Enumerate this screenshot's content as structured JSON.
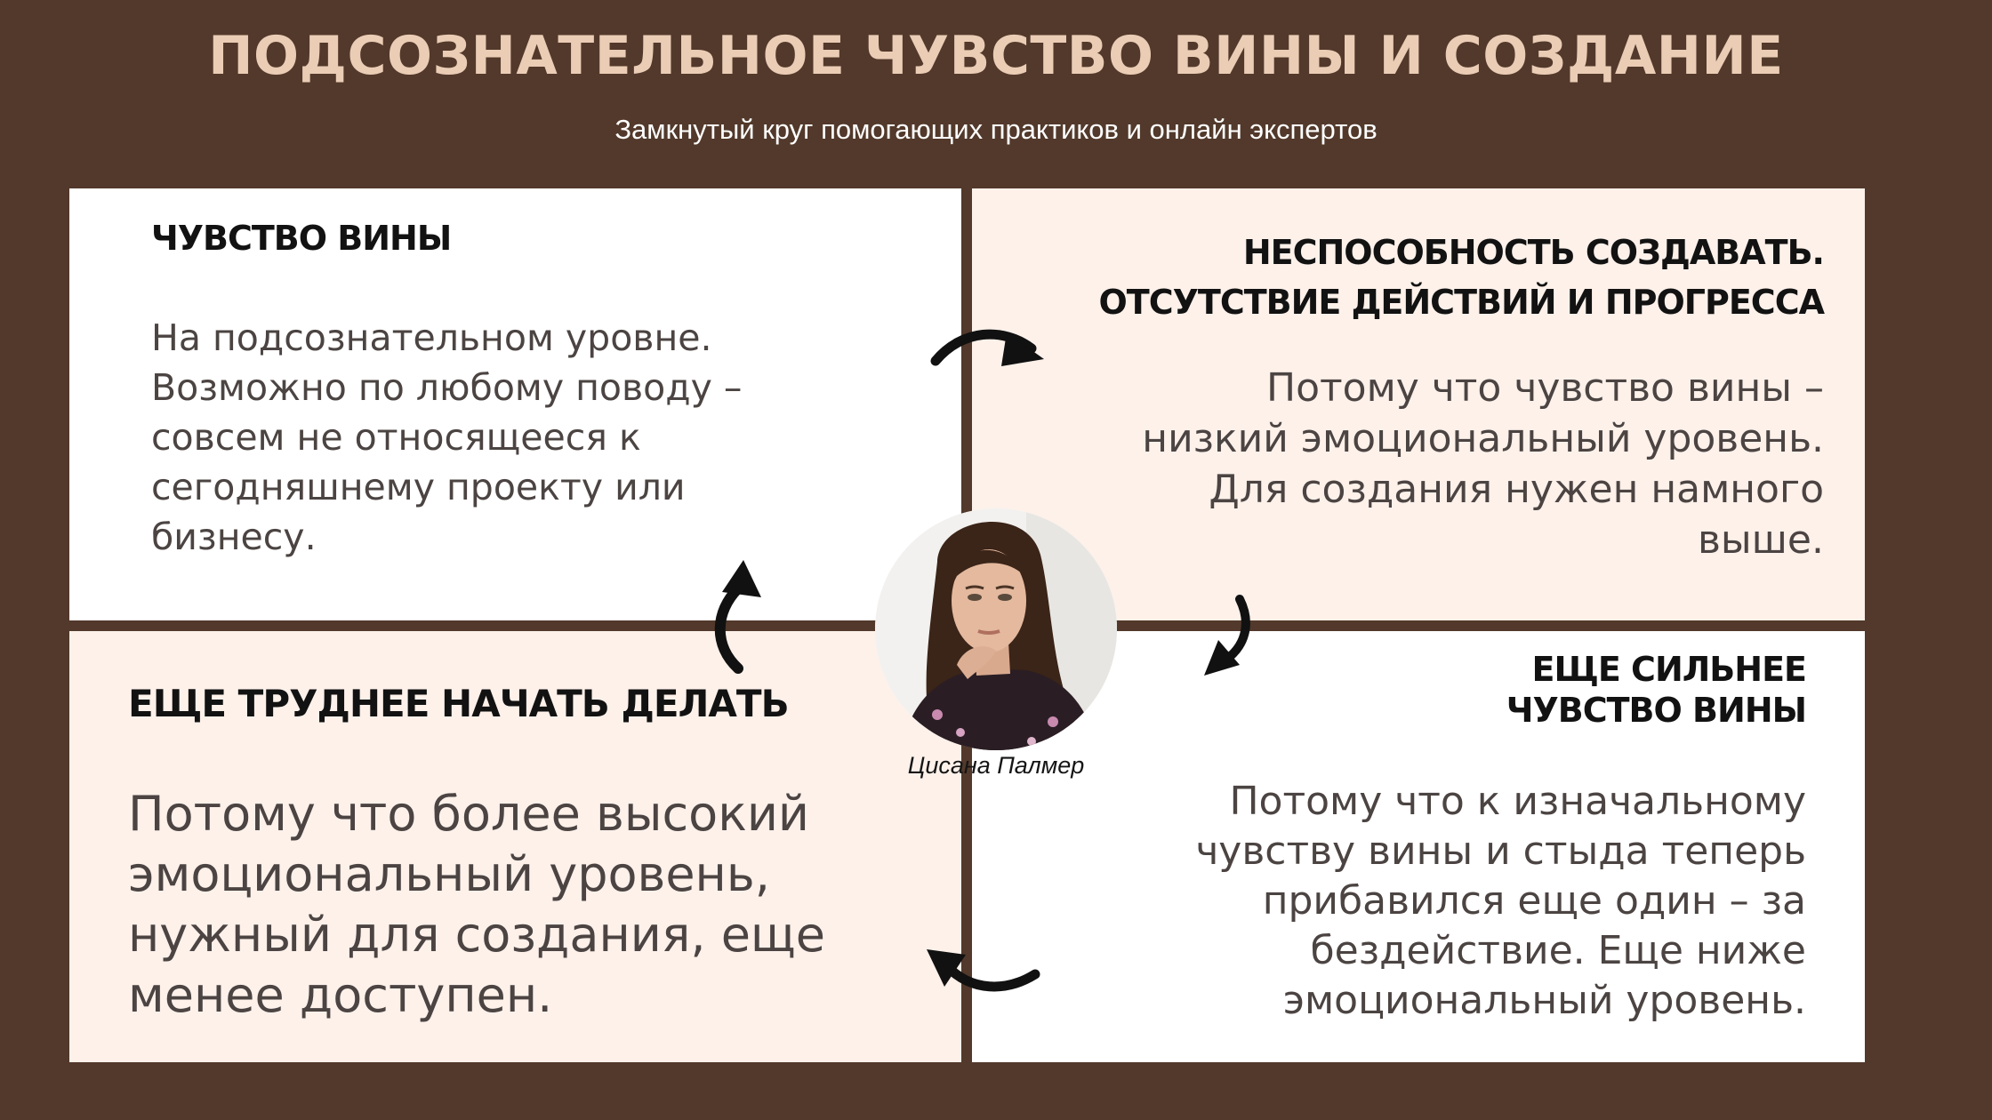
{
  "header": {
    "title": "ПОДСОЗНАТЕЛЬНОЕ ЧУВСТВО ВИНЫ И СОЗДАНИЕ",
    "subtitle": "Замкнутый круг помогающих практиков и онлайн экспертов"
  },
  "cycle": {
    "top_left": {
      "heading": "ЧУВСТВО ВИНЫ",
      "body": "На подсознательном уровне.\nВозможно по любому поводу –\nсовсем не относящееся к\nсегодняшнему проекту или\nбизнесу."
    },
    "top_right": {
      "heading": "НЕСПОСОБНОСТЬ СОЗДАВАТЬ.\nОТСУТСТВИЕ ДЕЙСТВИЙ И ПРОГРЕССА",
      "body": "Потому что чувство вины –\nнизкий эмоциональный уровень.\nДля создания нужен намного\nвыше."
    },
    "bottom_right": {
      "heading": "ЕЩЕ СИЛЬНЕЕ\nЧУВСТВО ВИНЫ",
      "body": "Потому что к изначальному\nчувству вины и стыда теперь\nприбавился еще один – за\nбездействие. Еще ниже\nэмоциональный уровень."
    },
    "bottom_left": {
      "heading": "ЕЩЕ ТРУДНЕЕ НАЧАТЬ ДЕЛАТЬ",
      "body": "Потому что более высокий\nэмоциональный уровень,\nнужный для создания, еще\nменее доступен."
    }
  },
  "author": {
    "caption": "Цисана Палмер"
  },
  "colors": {
    "background": "#52392b",
    "title": "#ebcdb6",
    "panel_light": "#fdf1ea",
    "panel_white": "#ffffff",
    "heading": "#121212",
    "body": "#4b4442",
    "arrow": "#111111"
  },
  "icons": [
    "curved-arrow-right-icon",
    "curved-arrow-down-icon",
    "curved-arrow-left-icon",
    "curved-arrow-up-icon"
  ]
}
